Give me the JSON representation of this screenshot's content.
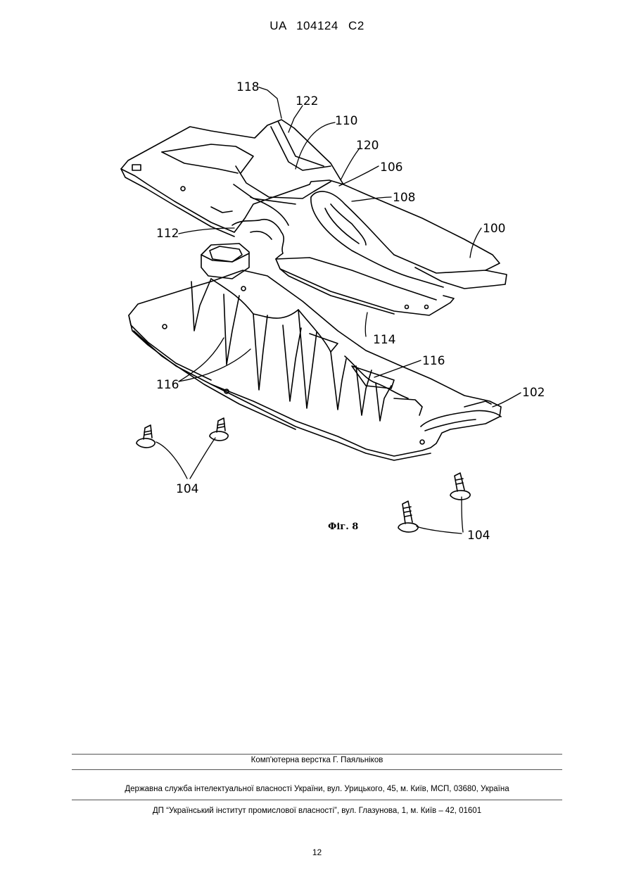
{
  "header": {
    "patent_number": "UA   104124   C2"
  },
  "figure": {
    "caption": "Фіг. 8",
    "labels": {
      "l118": "118",
      "l122": "122",
      "l110": "110",
      "l120": "120",
      "l106": "106",
      "l108": "108",
      "l100": "100",
      "l112": "112",
      "l114": "114",
      "l116a": "116",
      "l116b": "116",
      "l102": "102",
      "l104a": "104",
      "l104b": "104"
    }
  },
  "footer": {
    "layout_credit": "Комп'ютерна верстка Г. Паяльніков",
    "office_line": "Державна служба інтелектуальної власності України, вул. Урицького, 45, м. Київ, МСП, 03680, Україна",
    "institute_line": "ДП “Український інститут промислової власності”, вул. Глазунова, 1, м. Київ – 42, 01601"
  },
  "page_number": "12"
}
